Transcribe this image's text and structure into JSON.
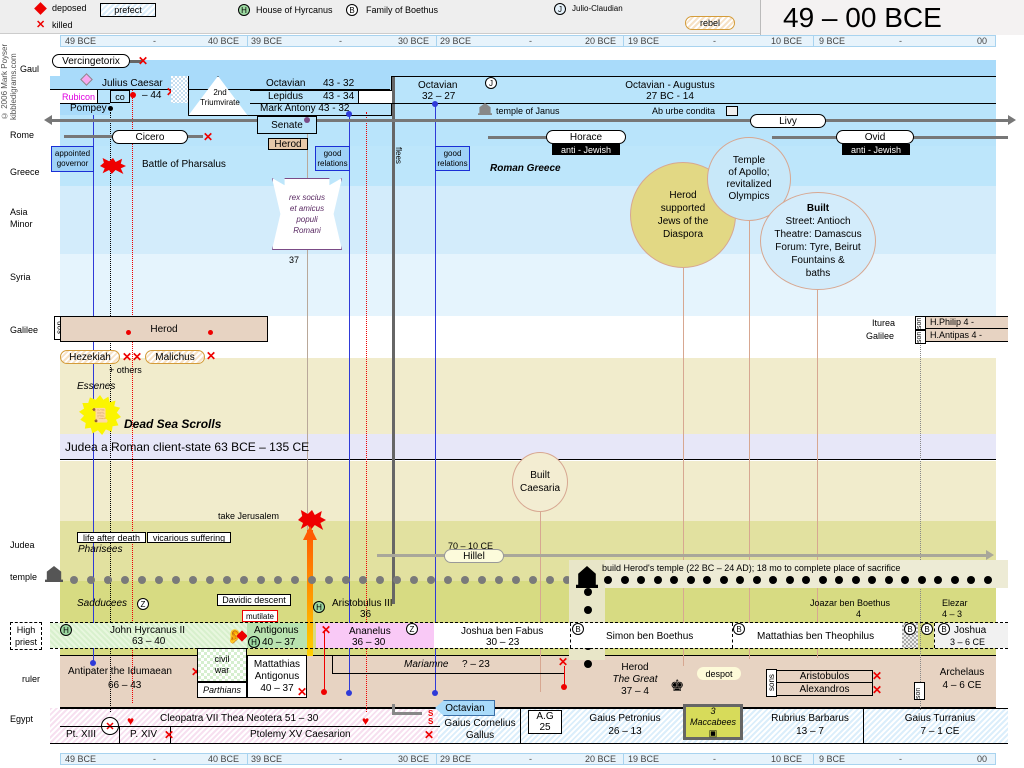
{
  "header": {
    "title": "49 –   00 BCE",
    "copyright": "© 2006 Mark Poyser kibbledigrams.com",
    "legend": {
      "deposed": "deposed",
      "killed": "killed",
      "prefect": "prefect",
      "house_of_hyrcanus": "House of Hyrcanus",
      "house_letter": "H",
      "family_of_boethus": "Family of Boethus",
      "family_letter": "B",
      "julio_claudian": "Julio-Claudian",
      "julio_letter": "J",
      "rebel": "rebel"
    }
  },
  "ruler": {
    "labels": [
      "49 BCE",
      "-",
      "40 BCE",
      "39 BCE",
      "-",
      "30 BCE",
      "29 BCE",
      "-",
      "20 BCE",
      "19 BCE",
      "-",
      "10 BCE",
      "9 BCE",
      "-",
      "00"
    ]
  },
  "rows": {
    "gaul": "Gaul",
    "rome": "Rome",
    "greece": "Greece",
    "asia_minor_1": "Asia",
    "asia_minor_2": "Minor",
    "syria": "Syria",
    "galilee": "Galilee",
    "judea": "Judea",
    "temple": "temple",
    "high_priest_1": "High",
    "high_priest_2": "priest",
    "ruler": "ruler",
    "egypt": "Egypt"
  },
  "gaul": {
    "vercingetorix": "Vercingetorix"
  },
  "rome": {
    "julius_caesar": "Julius Caesar",
    "rubicon": "Rubicon",
    "co": "co",
    "caesar_end": "– 44",
    "pompey": "Pompey",
    "triumvirate_1": "2nd",
    "triumvirate_2": "Triumvirate",
    "octavian_name": "Octavian",
    "octavian_years": "43 - 32",
    "lepidus_name": "Lepidus",
    "lepidus_years": "43 - 34",
    "antony": "Mark Antony 43 - 32",
    "octavian2_name": "Octavian",
    "octavian2_years": "32 – 27",
    "augustus_name": "Octavian - Augustus",
    "augustus_years": "27 BC - 14",
    "senate": "Senate",
    "herod_tag": "Herod",
    "temple_janus": "temple of Janus",
    "ab_urbe": "Ab urbe condita",
    "livy": "Livy",
    "cicero": "Cicero",
    "horace": "Horace",
    "ovid": "Ovid",
    "anti_jewish": "anti - Jewish"
  },
  "greece": {
    "appointed_1": "appointed",
    "appointed_2": "governor",
    "pharsalus": "Battle of Pharsalus",
    "good_1": "good",
    "good_2": "relations",
    "flees": "flees",
    "roman_greece": "Roman Greece",
    "rex_1": "rex socius",
    "rex_2": "et amicus",
    "rex_3": "populi",
    "rex_4": "Romani",
    "rex_year": "37",
    "apollo": [
      "Temple",
      "of Apollo;",
      "revitalized",
      "Olympics"
    ],
    "diaspora": [
      "Herod",
      "supported",
      "Jews of the",
      "Diaspora"
    ],
    "built_title": "Built",
    "built_lines": [
      "Street: Antioch",
      "Theatre: Damascus",
      "Forum: Tyre, Beirut",
      "Fountains &",
      "baths"
    ]
  },
  "galilee": {
    "son": "son",
    "herod": "Herod",
    "hezekiah": "Hezekiah",
    "malichus": "Malichus",
    "others": "+ others",
    "iturea": "Iturea",
    "galilee2": "Galilee",
    "philip": "H.Philip   4 -",
    "antipas": "H.Antipas 4 -"
  },
  "judea": {
    "essenes": "Essenes",
    "dead_sea": "Dead Sea Scrolls",
    "client_state": "Judea a Roman client-state    63 BCE – 135 CE",
    "caesaria_1": "Built",
    "caesaria_2": "Caesaria",
    "take_jerusalem": "take Jerusalem",
    "life_after": "life after death",
    "vicarious": "vicarious suffering",
    "pharisees": "Pharisees",
    "hillel_years": "70 – 10 CE",
    "hillel": "Hillel",
    "build_temple": "build Herod's temple (22 BC – 24 AD); 18 mo to complete place of sacrifice",
    "sadducees": "Sadducees",
    "z": "Z",
    "davidic": "Davidic descent",
    "mutilate": "mutilate",
    "aristobulus_1": "Aristobulus III",
    "aristobulus_2": "36",
    "joazar_1": "Joazar ben Boethus",
    "joazar_2": "4",
    "elezar_1": "Elezar",
    "elezar_2": "4 – 3"
  },
  "high_priest": {
    "hyrcanus_name": "John Hyrcanus II",
    "hyrcanus_years": "63 – 40",
    "antigonus_name": "Antigonus",
    "antigonus_years": "40 – 37",
    "ananelus_name": "Ananelus",
    "ananelus_years": "36 – 30",
    "joshua_fabus_name": "Joshua ben Fabus",
    "joshua_fabus_years": "30 – 23",
    "simon": "Simon ben Boethus",
    "mattathias": "Mattathias ben Theophilus",
    "joshua_name": "Joshua",
    "joshua_years": "3  – 6 CE"
  },
  "ruler_row": {
    "antipater_1": "Antipater the Idumaean",
    "antipater_2": "66 – 43",
    "civil": "civil",
    "war": "war",
    "parthians": "Parthians",
    "matt_1": "Mattathias",
    "matt_2": "Antigonus",
    "matt_3": "40 – 37",
    "mariamne": "Mariamne",
    "mariamne_years": "? – 23",
    "herod_1": "Herod",
    "herod_2": "The Great",
    "herod_3": "37 – 4",
    "despot": "despot",
    "sons": "sons",
    "aristobulos": "Aristobulos",
    "alexandros": "Alexandros",
    "son": "son",
    "archelaus_1": "Archelaus",
    "archelaus_2": "4 – 6 CE"
  },
  "egypt": {
    "cleopatra": "Cleopatra VII  Thea Neotera 51 – 30",
    "pt13": "Pt. XIII",
    "p14": "P. XIV",
    "ptolemy15": "Ptolemy XV Caesarion",
    "octavian": "Octavian",
    "gallus_1": "Gaius Cornelius",
    "gallus_2": "Gallus",
    "ag_1": "A.G",
    "ag_2": "25",
    "petronius_1": "Gaius Petronius",
    "petronius_2": "26 – 13",
    "macc_1": "3",
    "macc_2": "Maccabees",
    "rubrius_1": "Rubrius Barbarus",
    "rubrius_2": "13 – 7",
    "turranius_1": "Gaius Turranius",
    "turranius_2": "7 – 1 CE"
  }
}
